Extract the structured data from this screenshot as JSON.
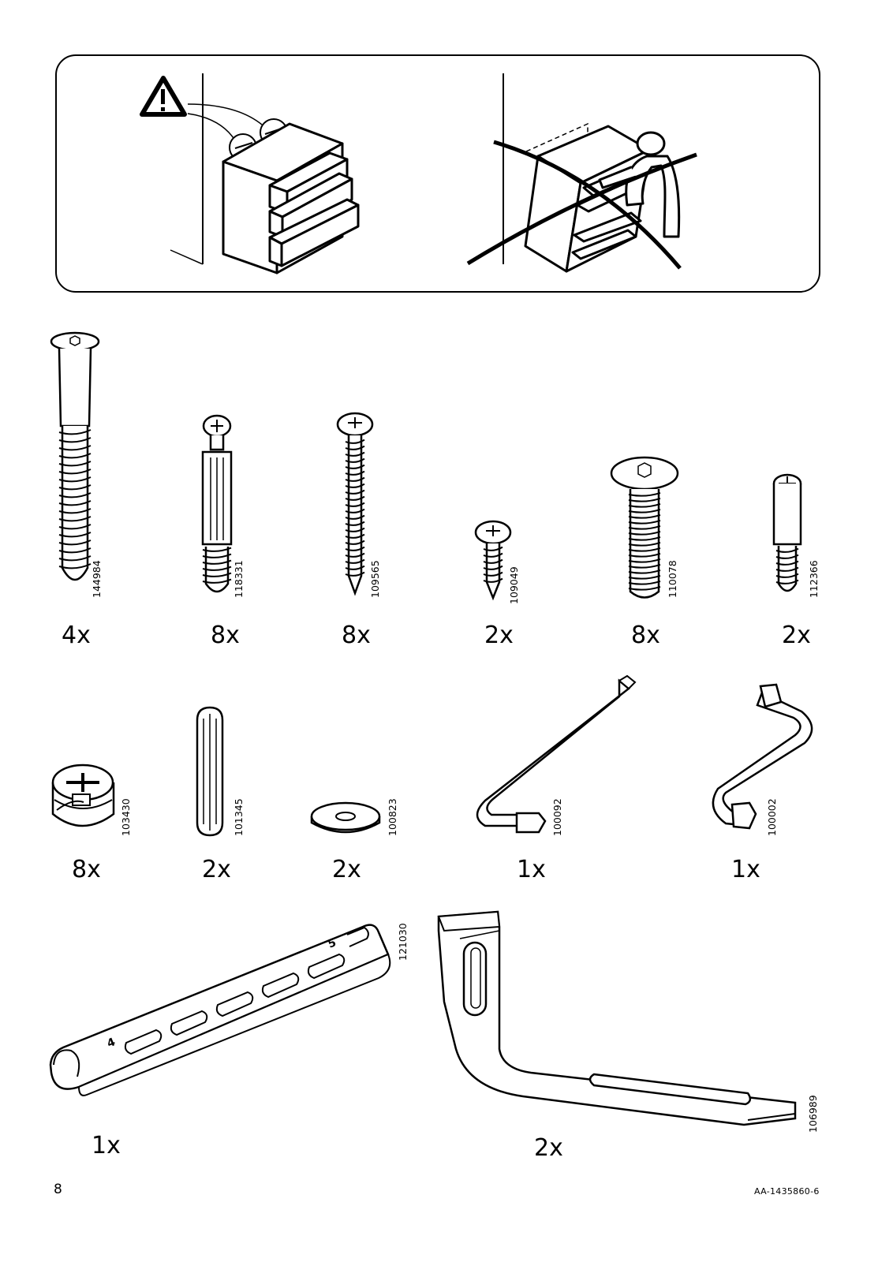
{
  "warning_panel": {
    "warning_symbol": "!",
    "correct_illustration": "chest-anchored-to-wall",
    "incorrect_illustration": "chest-tipping-over-crossed-out"
  },
  "parts": [
    {
      "id": "144984",
      "qty": "4x",
      "icon": "long-cam-bolt"
    },
    {
      "id": "118331",
      "qty": "8x",
      "icon": "cam-dowel"
    },
    {
      "id": "109565",
      "qty": "8x",
      "icon": "long-screw"
    },
    {
      "id": "109049",
      "qty": "2x",
      "icon": "short-screw"
    },
    {
      "id": "110078",
      "qty": "8x",
      "icon": "hex-bolt"
    },
    {
      "id": "112366",
      "qty": "2x",
      "icon": "short-dowel"
    },
    {
      "id": "103430",
      "qty": "8x",
      "icon": "cam-lock"
    },
    {
      "id": "101345",
      "qty": "2x",
      "icon": "wood-dowel"
    },
    {
      "id": "100823",
      "qty": "2x",
      "icon": "washer"
    },
    {
      "id": "100092",
      "qty": "1x",
      "icon": "allen-key-large"
    },
    {
      "id": "100002",
      "qty": "1x",
      "icon": "allen-key-small"
    },
    {
      "id": "121030",
      "qty": "1x",
      "icon": "drawer-rail",
      "marks": [
        "4",
        "5"
      ]
    },
    {
      "id": "106989",
      "qty": "2x",
      "icon": "l-bracket"
    }
  ],
  "footer": {
    "page_number": "8",
    "doc_id": "AA-1435860-6"
  }
}
